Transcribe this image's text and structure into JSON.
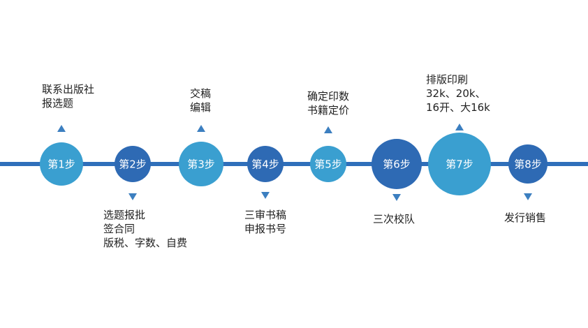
{
  "colors": {
    "line": "#2f6fba",
    "light": "#3a9fd0",
    "dark": "#2e6ab4",
    "arrow": "#3c7fc0",
    "text": "#222222"
  },
  "steps": [
    {
      "label": "第1步",
      "color": "light",
      "position": "above",
      "lines": [
        "联系出版社",
        "报选题"
      ]
    },
    {
      "label": "第2步",
      "color": "dark",
      "position": "below",
      "lines": [
        "选题报批",
        "签合同",
        "版税、字数、自费"
      ]
    },
    {
      "label": "第3步",
      "color": "light",
      "position": "above",
      "lines": [
        "交稿",
        "编辑"
      ]
    },
    {
      "label": "第4步",
      "color": "dark",
      "position": "below",
      "lines": [
        "三审书稿",
        "申报书号"
      ]
    },
    {
      "label": "第5步",
      "color": "light",
      "position": "above",
      "lines": [
        "确定印数",
        "书籍定价"
      ]
    },
    {
      "label": "第6步",
      "color": "dark",
      "position": "below",
      "lines": [
        "三次校队"
      ]
    },
    {
      "label": "第7步",
      "color": "light",
      "position": "above",
      "lines": [
        "排版印刷",
        "32k、20k、",
        "16开、大16k"
      ]
    },
    {
      "label": "第8步",
      "color": "dark",
      "position": "below",
      "lines": [
        "发行销售"
      ]
    }
  ]
}
